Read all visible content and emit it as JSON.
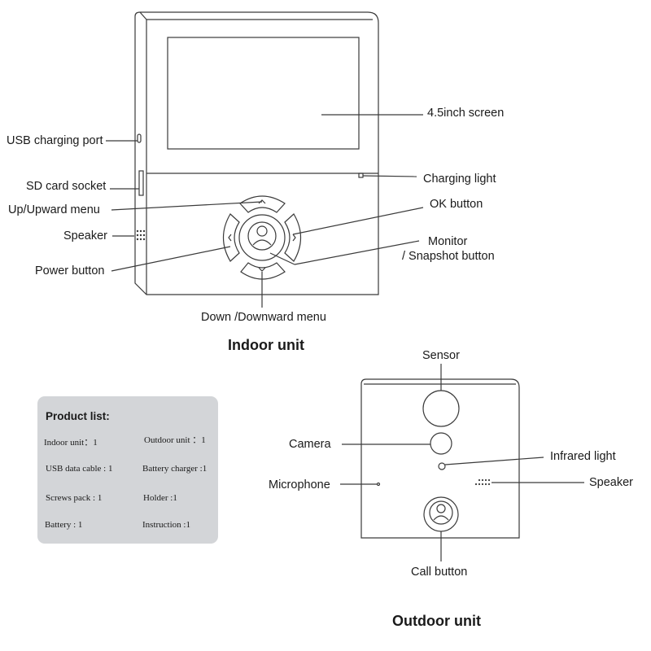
{
  "indoor": {
    "title": "Indoor unit",
    "labels": {
      "screen": "4.5inch screen",
      "usb_port": "USB charging port",
      "sd_card": "SD card socket",
      "charging_light": "Charging light",
      "up_menu": "Up/Upward menu",
      "ok_button": "OK button",
      "speaker": "Speaker",
      "monitor_line1": "Monitor",
      "monitor_line2": "/ Snapshot button",
      "power_button": "Power button",
      "down_menu": "Down /Downward menu"
    }
  },
  "outdoor": {
    "title": "Outdoor unit",
    "labels": {
      "sensor": "Sensor",
      "camera": "Camera",
      "infrared_light": "Infrared light",
      "microphone": "Microphone",
      "speaker": "Speaker",
      "call_button": "Call button"
    }
  },
  "product_list": {
    "title": "Product list:",
    "items": [
      "Indoor unit：1",
      "Outdoor unit ：1",
      "USB data cable : 1",
      "Battery charger :1",
      "Screws pack : 1",
      "Holder :1",
      "Battery : 1",
      "Instruction :1"
    ]
  },
  "colors": {
    "line": "#3a3a3a",
    "panel": "#d3d5d8"
  }
}
